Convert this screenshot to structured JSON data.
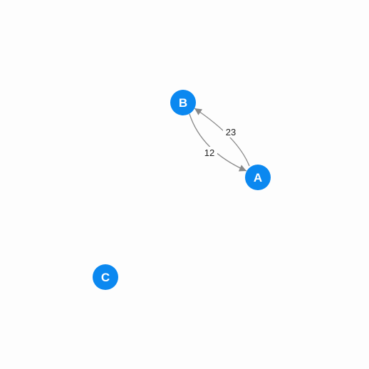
{
  "graph": {
    "node_color": "#0b88f0",
    "node_text_color": "#ffffff",
    "edge_color": "#8a8a8a",
    "background_color": "#fdfdfd",
    "directed": true,
    "nodes": [
      {
        "id": "A",
        "label": "A"
      },
      {
        "id": "B",
        "label": "B"
      },
      {
        "id": "C",
        "label": "C"
      }
    ],
    "edges": [
      {
        "from": "A",
        "to": "B",
        "label": "23"
      },
      {
        "from": "B",
        "to": "A",
        "label": "12"
      }
    ]
  }
}
